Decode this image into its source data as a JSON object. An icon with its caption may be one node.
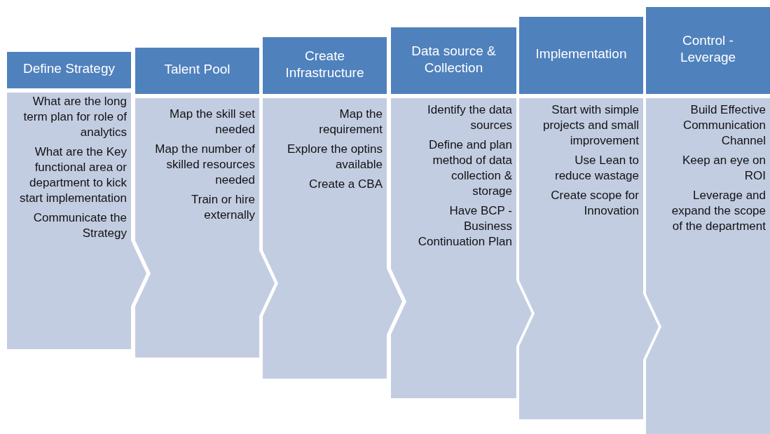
{
  "diagram": {
    "nodes": [
      {
        "text": [
          "Define Strategy"
        ]
      },
      {
        "text": [
          "What are the long term plan for role of analytics",
          "What are the Key functional area or department to kick start implementation",
          "Communicate the Strategy"
        ]
      },
      {
        "text": [
          "Talent Pool"
        ]
      },
      {
        "text": [
          "Map the skill set needed",
          "Map the number of skilled resources needed",
          "Train or hire externally"
        ]
      },
      {
        "text": [
          "Create Infrastructure"
        ]
      },
      {
        "text": [
          "Map the requirement",
          "Explore the optins available",
          "Create a CBA"
        ]
      },
      {
        "text": [
          "Data source & Collection"
        ]
      },
      {
        "text": [
          "Identify the data sources",
          "Define and plan method of data collection & storage",
          "Have BCP - Business Continuation Plan"
        ]
      },
      {
        "text": [
          "Implementation"
        ]
      },
      {
        "text": [
          "Start with simple projects and small improvement",
          "Use Lean to reduce wastage",
          "Create scope for Innovation"
        ]
      },
      {
        "text": [
          "Control - Leverage"
        ]
      },
      {
        "text": [
          "Build Effective Communication Channel",
          "Keep an eye on ROI",
          "Leverage and expand the scope of the department"
        ]
      }
    ]
  }
}
